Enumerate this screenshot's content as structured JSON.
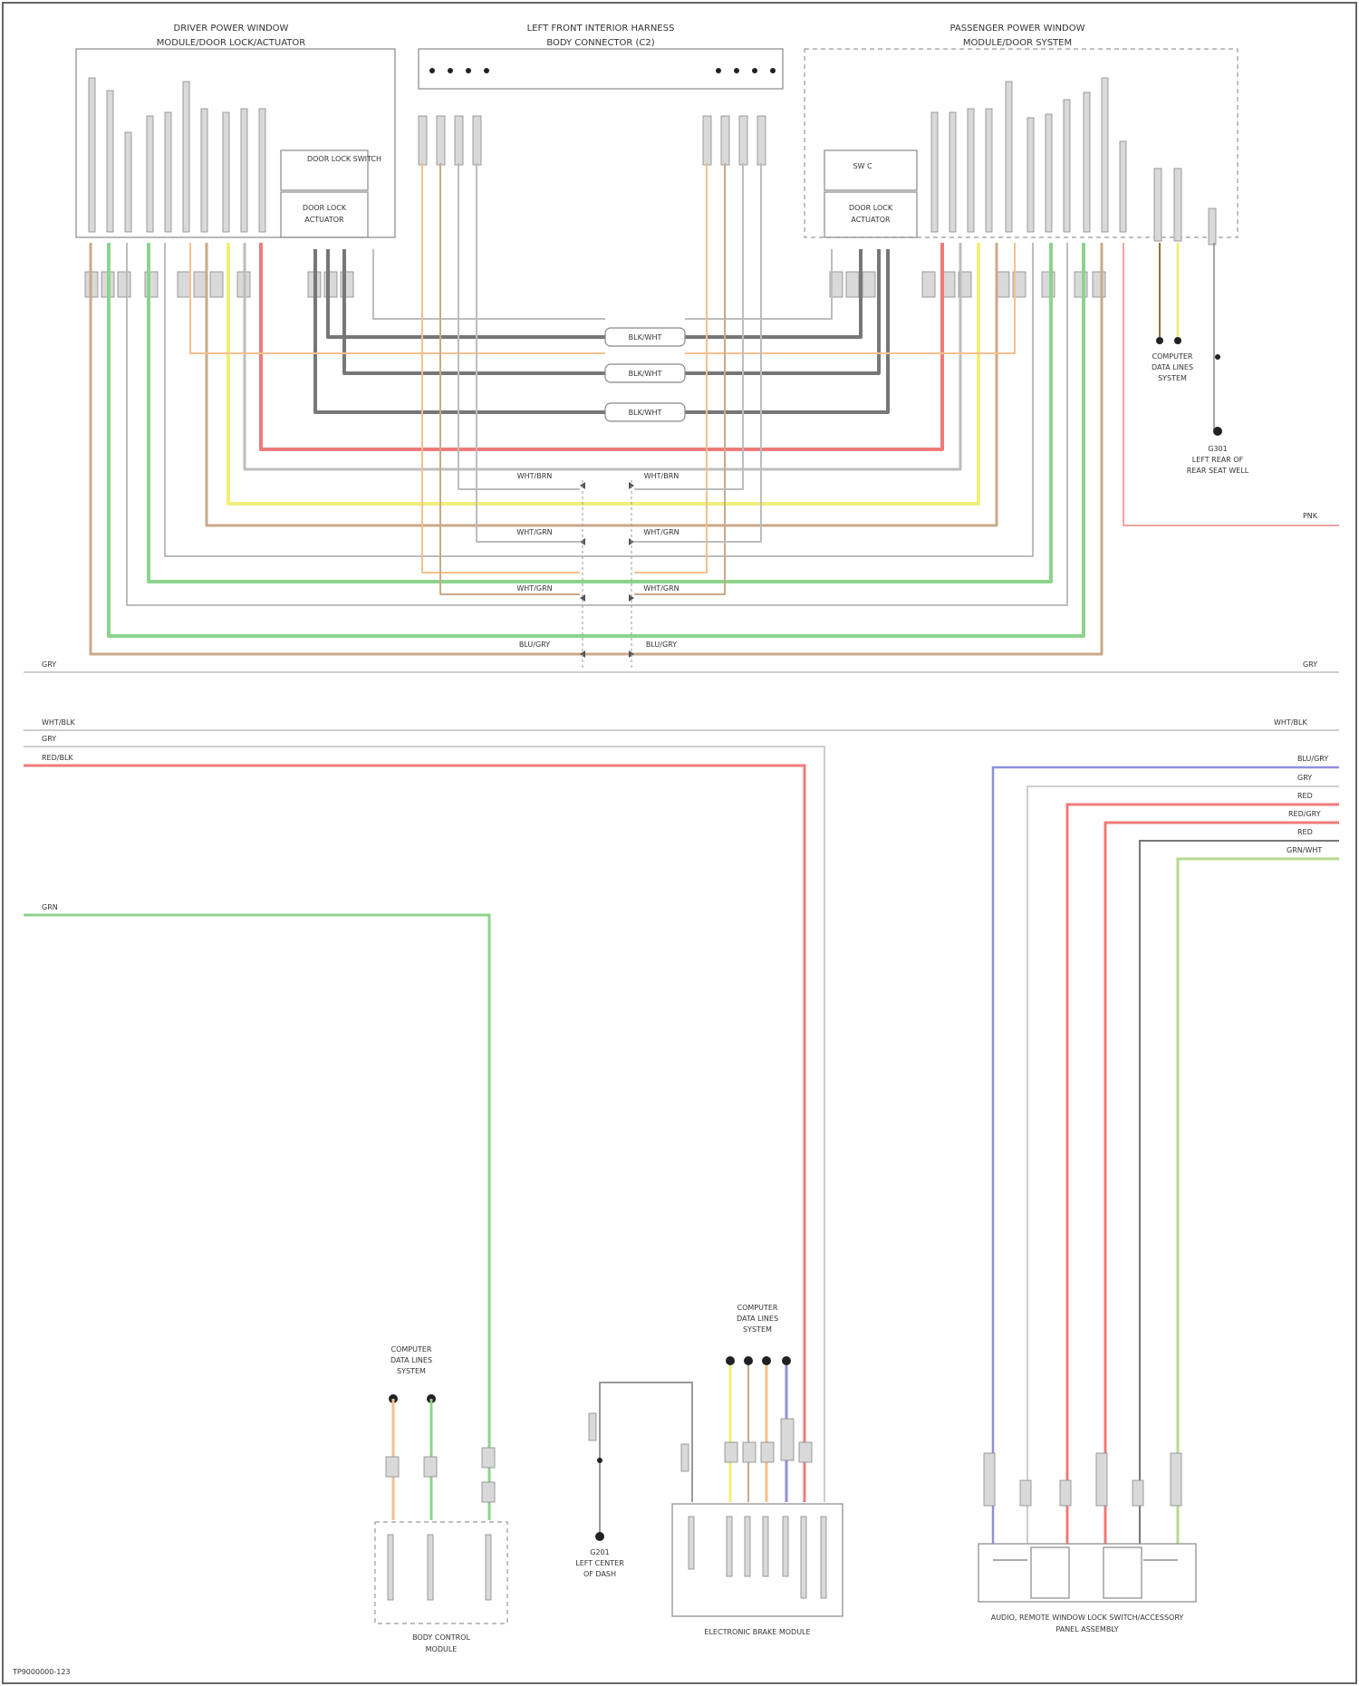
{
  "diagram": {
    "footer_code": "TP9000000-123",
    "colors": {
      "wire_default": "#bdbdbd",
      "wire_red": "#ef7b7b",
      "wire_yellow": "#f2ee7a",
      "wire_green": "#8cd48c",
      "wire_tan": "#caa98a",
      "wire_orange": "#f4c08e",
      "wire_grey": "#777777",
      "wire_blue": "#8f8fe0",
      "wire_lightgreen": "#b6da8e",
      "wire_pink": "#f2a3a3"
    },
    "components": [
      {
        "id": "driver-door-module",
        "title_line1": "DRIVER POWER WINDOW",
        "title_line2": "MODULE/DOOR LOCK/ACTUATOR"
      },
      {
        "id": "top-center-connector",
        "title_line1": "LEFT FRONT INTERIOR HARNESS",
        "title_line2": "BODY CONNECTOR (C2)"
      },
      {
        "id": "passenger-door-module",
        "title_line1": "PASSENGER POWER WINDOW",
        "title_line2": "MODULE/DOOR SYSTEM"
      },
      {
        "id": "left-switch-box",
        "title_line1": "DOOR LOCK SWITCH",
        "title_line2": ""
      },
      {
        "id": "left-actuator-box",
        "title_line1": "DOOR LOCK",
        "title_line2": "ACTUATOR"
      },
      {
        "id": "right-switch-box",
        "title_line1": "SW C",
        "title_line2": ""
      },
      {
        "id": "right-actuator-box",
        "title_line1": "DOOR LOCK",
        "title_line2": "ACTUATOR"
      },
      {
        "id": "splice-right",
        "title_line1": "COMPUTER",
        "title_line2": "DATA LINES",
        "title_line3": "SYSTEM"
      },
      {
        "id": "ground-right",
        "title_line1": "G301",
        "title_line2": "LEFT REAR OF",
        "title_line3": "REAR SEAT WELL"
      },
      {
        "id": "splice-bl",
        "title_line1": "COMPUTER",
        "title_line2": "DATA LINES",
        "title_line3": "SYSTEM"
      },
      {
        "id": "bl-module",
        "title_line1": "BODY CONTROL",
        "title_line2": "MODULE"
      },
      {
        "id": "ground-bc",
        "title_line1": "G201",
        "title_line2": "LEFT CENTER",
        "title_line3": "OF DASH"
      },
      {
        "id": "splice-bc",
        "title_line1": "COMPUTER",
        "title_line2": "DATA LINES",
        "title_line3": "SYSTEM"
      },
      {
        "id": "bc-module",
        "title_line1": "ELECTRONIC BRAKE MODULE"
      },
      {
        "id": "br-module",
        "title_line1": "AUDIO, REMOTE WINDOW LOCK SWITCH/ACCESSORY",
        "title_line2": "PANEL ASSEMBLY"
      }
    ],
    "inline_connectors": [
      "BLK/WHT",
      "BLK/WHT",
      "BLK/WHT"
    ],
    "bus_labels": [
      {
        "left": "WHT/BRN",
        "right": "WHT/BRN"
      },
      {
        "left": "WHT/GRN",
        "right": "WHT/GRN"
      },
      {
        "left": "WHT/GRN",
        "right": "WHT/GRN"
      },
      {
        "left": "BLU/GRY",
        "right": "BLU/GRY"
      }
    ],
    "rails": [
      {
        "name": "GRY",
        "end": "GRY"
      },
      {
        "name": "WHT/BLK",
        "end": "WHT/BLK"
      },
      {
        "name": "GRY"
      },
      {
        "name": "RED/BLK"
      },
      {
        "name": "GRN"
      }
    ],
    "right_rail_labels": [
      "BLU/GRY",
      "GRY",
      "RED",
      "RED/GRY",
      "RED",
      "GRN/WHT"
    ],
    "side_label_top_right": "PNK"
  }
}
